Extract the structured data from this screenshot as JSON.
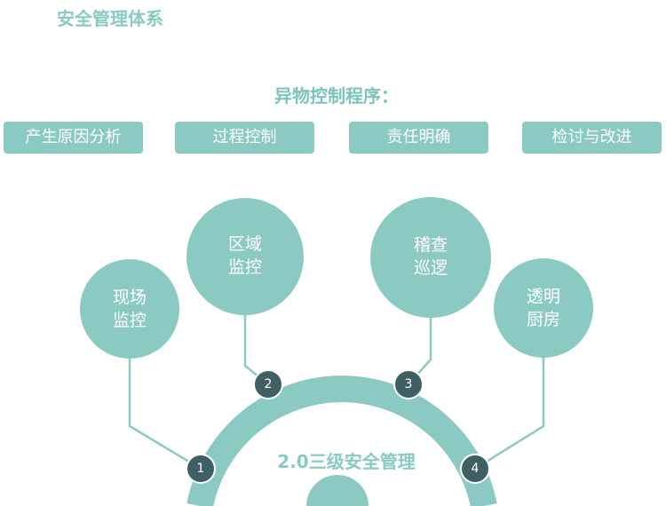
{
  "title": "安全管理体系",
  "subtitle": "异物控制程序：",
  "steps": [
    "产生原因分析",
    "过程控制",
    "责任明确",
    "检讨与改进"
  ],
  "circles": [
    {
      "line1": "现场",
      "line2": "监控",
      "number": "1"
    },
    {
      "line1": "区域",
      "line2": "监控",
      "number": "2"
    },
    {
      "line1": "稽查",
      "line2": "巡逻",
      "number": "3"
    },
    {
      "line1": "透明",
      "line2": "厨房",
      "number": "4"
    }
  ],
  "center_label": "2.0三级安全管理",
  "colors": {
    "teal": "#8bc9c3",
    "dark_node": "#3f5f64",
    "title": "#88cac3"
  }
}
